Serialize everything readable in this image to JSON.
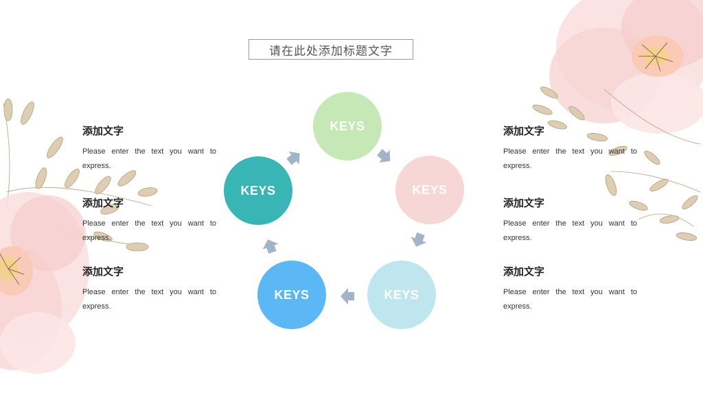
{
  "title": "请在此处添加标题文字",
  "colors": {
    "node_1": "#c6e8b6",
    "node_2": "#f7d6d6",
    "node_3": "#bfe6ef",
    "node_4": "#5bb8f4",
    "node_5": "#3ab5b5",
    "arrow": "#a3b4c8"
  },
  "cycle_nodes": [
    {
      "label": "KEYS"
    },
    {
      "label": "KEYS"
    },
    {
      "label": "KEYS"
    },
    {
      "label": "KEYS"
    },
    {
      "label": "KEYS"
    }
  ],
  "left_items": [
    {
      "title": "添加文字",
      "text": "Please enter the text you want to express."
    },
    {
      "title": "添加文字",
      "text": "Please enter the text you want to express."
    },
    {
      "title": "添加文字",
      "text": "Please enter the text you want to express."
    }
  ],
  "right_items": [
    {
      "title": "添加文字",
      "text": "Please enter the text you want to express."
    },
    {
      "title": "添加文字",
      "text": "Please enter the text you want to express."
    },
    {
      "title": "添加文字",
      "text": "Please enter the text you want to express."
    }
  ]
}
